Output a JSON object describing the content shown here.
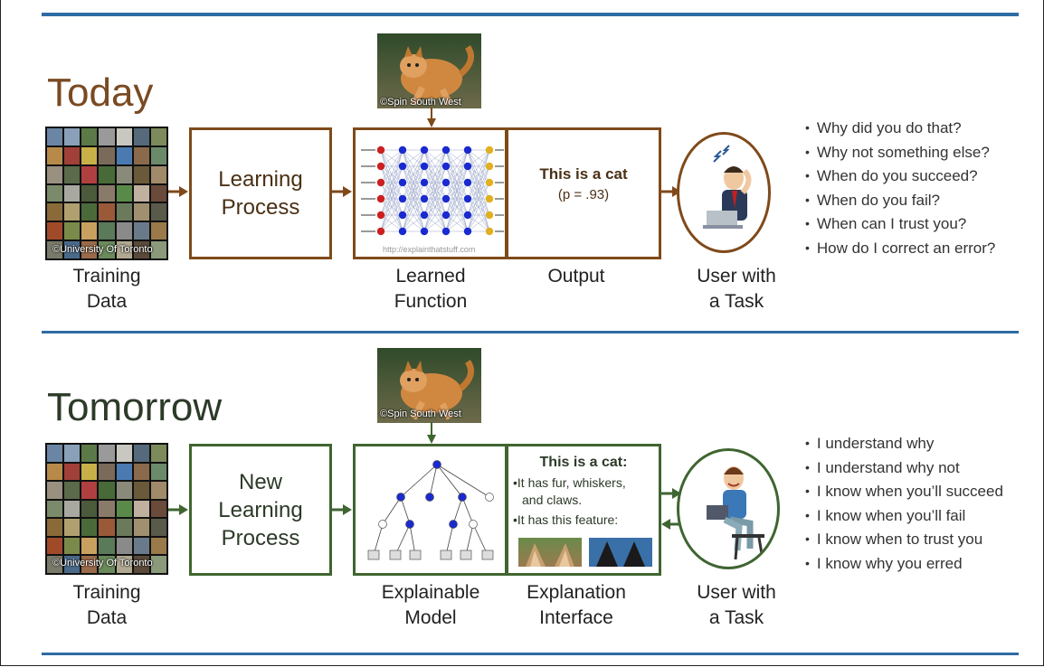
{
  "today": {
    "heading": "Today",
    "training_label": [
      "Training",
      "Data"
    ],
    "training_credit": "©University Of Toronto",
    "cat_credit": "©Spin South West",
    "learning_process": [
      "Learning",
      "Process"
    ],
    "learned_function_label": [
      "Learned",
      "Function"
    ],
    "nn_credit": "http://explainthatstuff.com",
    "output_title": "This is a cat",
    "output_prob": "(p = .93)",
    "output_label": "Output",
    "user_label": [
      "User with",
      "a Task"
    ],
    "questions": [
      "Why did you do that?",
      "Why not something else?",
      "When do you succeed?",
      "When do you fail?",
      "When can I trust you?",
      "How do I correct an error?"
    ]
  },
  "tomorrow": {
    "heading": "Tomorrow",
    "training_label": [
      "Training",
      "Data"
    ],
    "training_credit": "©University Of Toronto",
    "cat_credit": "©Spin South West",
    "learning_process": [
      "New",
      "Learning",
      "Process"
    ],
    "model_label": [
      "Explainable",
      "Model"
    ],
    "explanation_title": "This is a cat:",
    "explanation_points": [
      "It has fur, whiskers,",
      "and claws.",
      "It has this feature:"
    ],
    "interface_label": [
      "Explanation",
      "Interface"
    ],
    "user_label": [
      "User with",
      "a Task"
    ],
    "statements": [
      "I understand why",
      "I understand why not",
      "I know when you’ll succeed",
      "I know when you’ll fail",
      "I know when to trust you",
      "I know why you erred"
    ]
  },
  "colors": {
    "today_accent": "#7f4a1a",
    "tomorrow_accent": "#3f6530",
    "rule": "#2e6ca4",
    "heading_today": "#7a4a22",
    "heading_tomorrow": "#2c3a28"
  }
}
